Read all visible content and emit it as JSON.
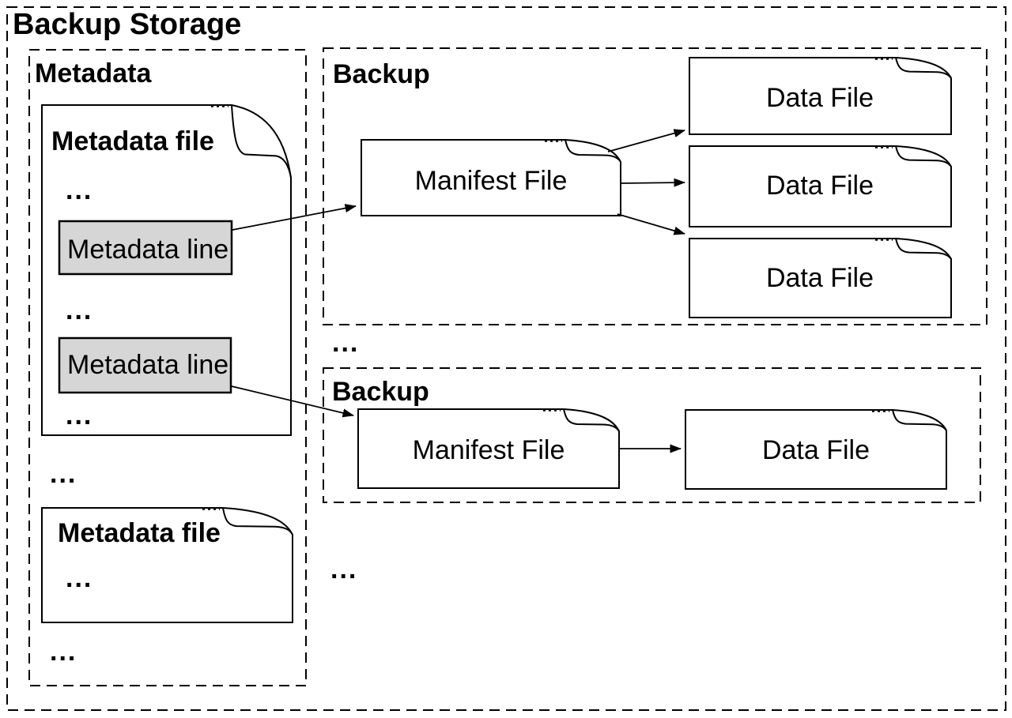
{
  "title": "Backup Storage",
  "metadata_section": {
    "label": "Metadata",
    "file1": {
      "title": "Metadata file",
      "ellipsis_top": "...",
      "line1": "Metadata line",
      "ellipsis_mid": "...",
      "line2": "Metadata line",
      "ellipsis_bottom": "..."
    },
    "ellipsis_between_files": "...",
    "file2": {
      "title": "Metadata file",
      "ellipsis": "..."
    },
    "ellipsis_after_files": "..."
  },
  "backup1": {
    "label": "Backup",
    "manifest_label": "Manifest File",
    "data_files": [
      "Data File",
      "Data File",
      "Data File"
    ]
  },
  "ellipsis_between_backups": "...",
  "backup2": {
    "label": "Backup",
    "manifest_label": "Manifest File",
    "data_files": [
      "Data File"
    ]
  },
  "ellipsis_after_backups": "...",
  "colors": {
    "document_light": "#cccccc",
    "document_line_box": "#d6d6d6",
    "document_dark": "#999999",
    "stroke": "#000000",
    "background": "#ffffff",
    "text": "#000000"
  }
}
